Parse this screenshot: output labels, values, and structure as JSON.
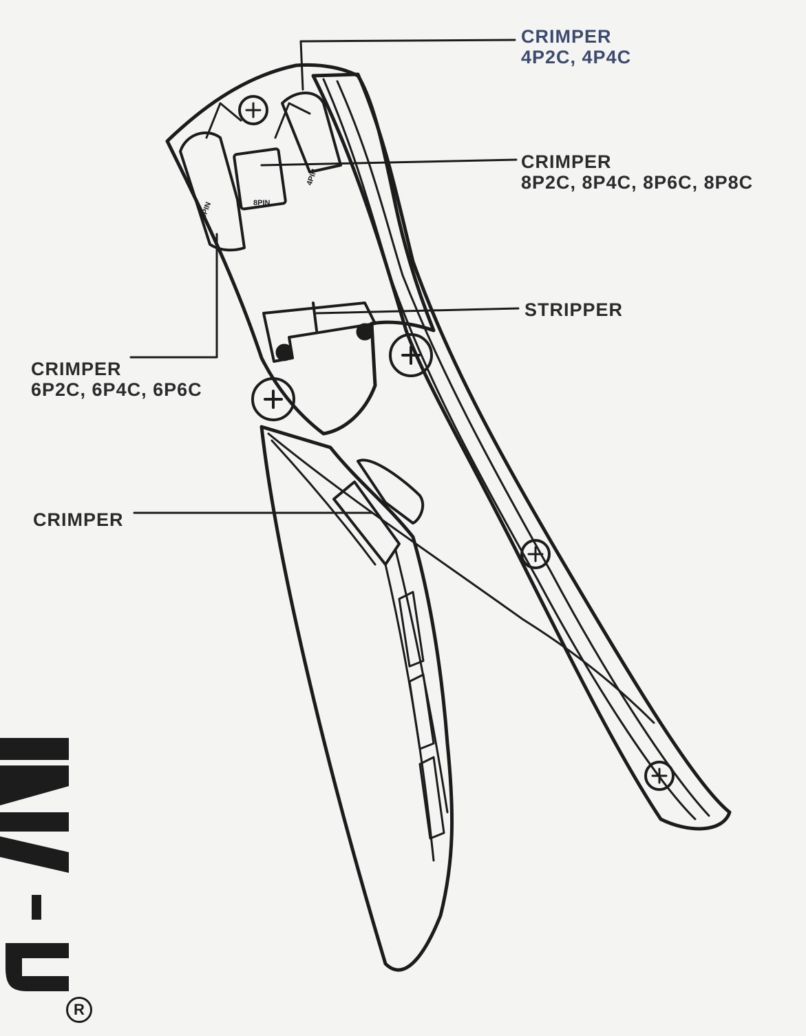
{
  "callouts": {
    "top": {
      "line1": "CRIMPER",
      "line2": "4P2C, 4P4C"
    },
    "eight_pin": {
      "line1": "CRIMPER",
      "line2": "8P2C, 8P4C, 8P6C, 8P8C"
    },
    "stripper": {
      "line1": "STRIPPER"
    },
    "six_pin": {
      "line1": "CRIMPER",
      "line2": "6P2C, 6P4C, 6P6C"
    },
    "lower": {
      "line1": "CRIMPER"
    }
  },
  "die_marks": {
    "left": "6PIN",
    "middle": "8PIN",
    "right": "4PIN"
  },
  "logo": {
    "text": "TY-U",
    "registered": "R"
  },
  "colors": {
    "ink": "#1c1c1c",
    "paper": "#f4f4f2",
    "top_label": "#3b4a6e"
  }
}
